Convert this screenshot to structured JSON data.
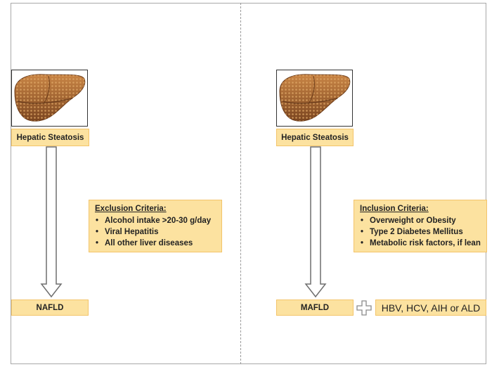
{
  "left_panel": {
    "steatosis_label": "Hepatic Steatosis",
    "criteria_title": "Exclusion Criteria:",
    "criteria_items": [
      "Alcohol intake >20-30 g/day",
      "Viral Hepatitis",
      "All other liver diseases"
    ],
    "outcome_label": "NAFLD"
  },
  "right_panel": {
    "steatosis_label": "Hepatic Steatosis",
    "criteria_title": "Inclusion Criteria:",
    "criteria_items": [
      "Overweight or Obesity",
      "Type 2 Diabetes Mellitus",
      "Metabolic risk factors, if lean"
    ],
    "outcome_label": "MAFLD",
    "additional_label": "HBV, HCV, AIH or ALD"
  },
  "icons": {
    "liver": "liver-icon",
    "arrow": "down-arrow-icon",
    "plus": "plus-icon"
  },
  "colors": {
    "label_fill": "#fce2a0",
    "label_border": "#f3c46a",
    "liver_main": "#b8733a",
    "liver_dark": "#7a4520"
  }
}
